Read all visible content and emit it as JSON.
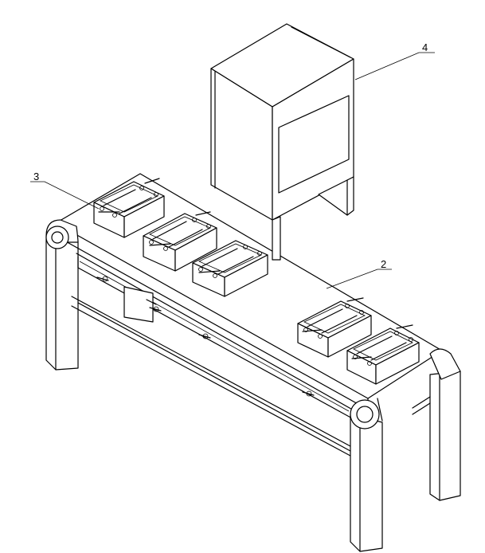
{
  "figure": {
    "labels": [
      {
        "id": "label-4",
        "text": "4"
      },
      {
        "id": "label-3",
        "text": "3"
      },
      {
        "id": "label-2",
        "text": "2"
      }
    ]
  }
}
